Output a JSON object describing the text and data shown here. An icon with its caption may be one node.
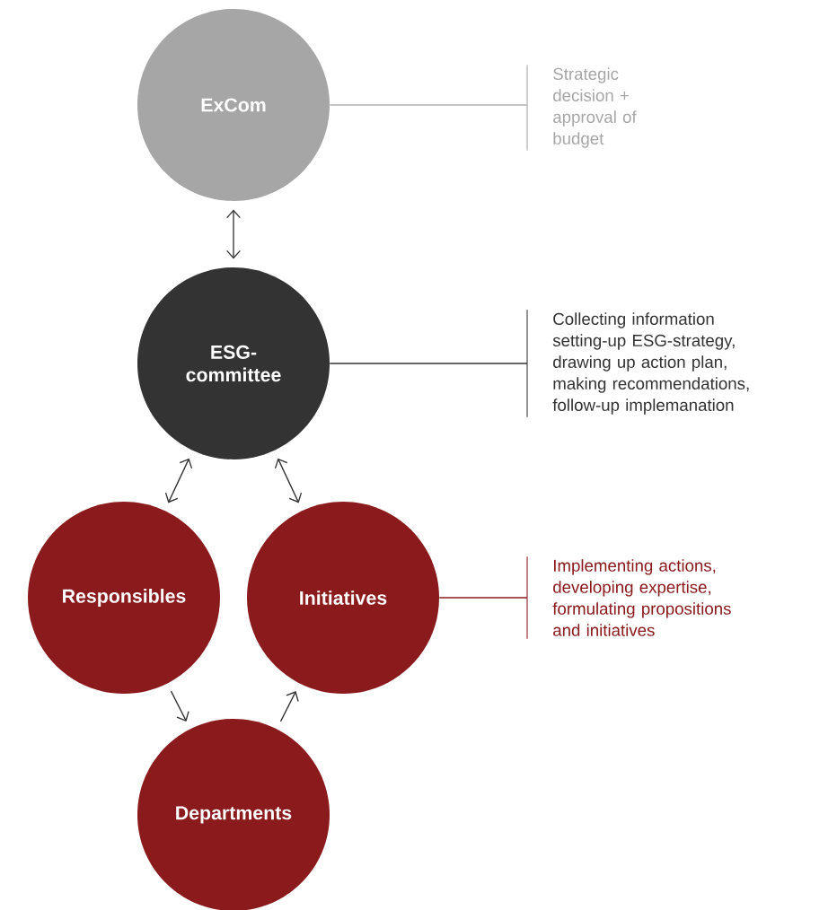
{
  "diagram": {
    "nodes": [
      {
        "text": [
          "ExCom"
        ]
      },
      {
        "text": [
          "ESG- committee"
        ]
      },
      {
        "text": [
          "Responsibles"
        ]
      },
      {
        "text": [
          "Initiatives"
        ]
      },
      {
        "text": [
          "Departments"
        ]
      },
      {
        "text": [
          "Strategic decision + approval of budget"
        ]
      },
      {
        "text": [
          "Collecting information setting-up ESG-strategy, drawing up action plan, making recommendations, follow-up implemanation"
        ]
      },
      {
        "text": [
          "Implementing actions, developing expertise, formulating propositions and initiatives"
        ]
      }
    ],
    "edges": [
      {
        "from": 0,
        "to": 1,
        "arrow": "both"
      },
      {
        "from": 1,
        "to": 2,
        "arrow": "both"
      },
      {
        "from": 1,
        "to": 3,
        "arrow": "both"
      },
      {
        "from": 2,
        "to": 4,
        "arrow": "to"
      },
      {
        "from": 4,
        "to": 3,
        "arrow": "to"
      },
      {
        "from": 0,
        "to": 5,
        "arrow": "none",
        "color": "#b0b0b0"
      },
      {
        "from": 1,
        "to": 6,
        "arrow": "none"
      },
      {
        "from": 3,
        "to": 7,
        "arrow": "none",
        "color": "#8b1a1d"
      }
    ]
  }
}
